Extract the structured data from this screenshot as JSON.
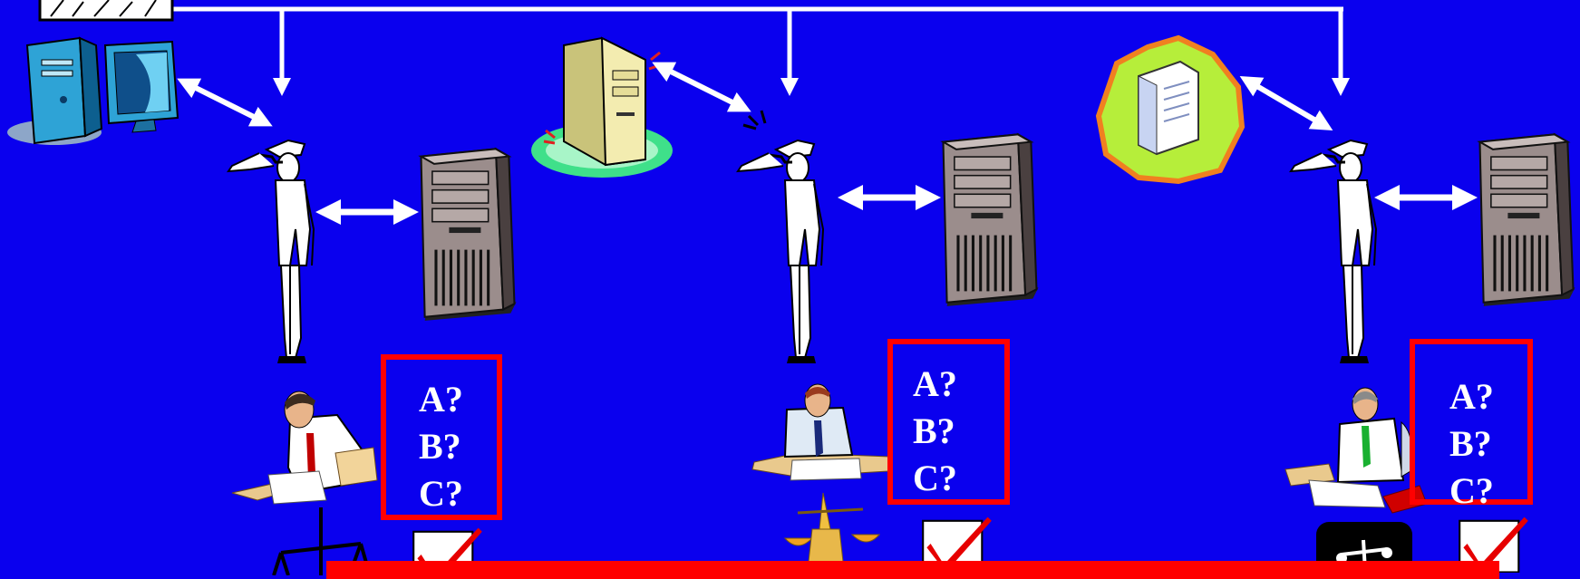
{
  "background_color": "#0a00ee",
  "accent_color": "#ff0000",
  "line_color": "#ffffff",
  "top_icon": "document-clipart-icon",
  "columns": [
    {
      "resource_icon": "desktop-computer-icon",
      "guard_icon": "saluting-guard-icon",
      "server_icon": "tower-server-icon",
      "person_icon": "clerk-reading-papers-icon",
      "scale_icon": "balance-scale-icon",
      "check_icon": "checkbox-checked-icon",
      "questions": [
        "A?",
        "B?",
        "C?"
      ]
    },
    {
      "resource_icon": "beige-server-icon",
      "guard_icon": "saluting-guard-icon",
      "server_icon": "tower-server-icon",
      "person_icon": "clerk-writing-icon",
      "scale_icon": "gold-scale-icon",
      "check_icon": "checkbox-checked-icon",
      "questions": [
        "A?",
        "B?",
        "C?"
      ]
    },
    {
      "resource_icon": "glowing-building-icon",
      "guard_icon": "saluting-guard-icon",
      "server_icon": "tower-server-icon",
      "person_icon": "clerk-seated-icon",
      "scale_icon": "scale-badge-icon",
      "check_icon": "checkbox-checked-icon",
      "questions": [
        "A?",
        "B?",
        "C?"
      ]
    }
  ]
}
